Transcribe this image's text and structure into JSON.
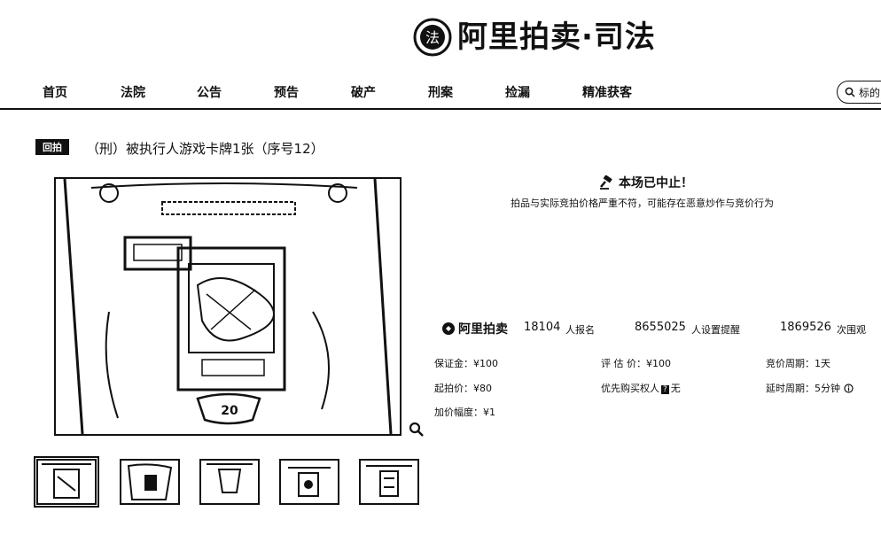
{
  "header": {
    "brand": "阿里拍卖·司法",
    "seal_text": "法"
  },
  "nav": {
    "items": [
      "首页",
      "法院",
      "公告",
      "预告",
      "破产",
      "刑案",
      "捡漏",
      "精准获客"
    ],
    "search_placeholder": "标的"
  },
  "item": {
    "tag": "回拍",
    "title": "（刑）被执行人游戏卡牌1张（序号12）",
    "image_text": "20",
    "thumbnail_count": 5
  },
  "status": {
    "stopped": "本场已中止！",
    "warning": "拍品与实际竞拍价格严重不符，可能存在恶意炒作与竞价行为"
  },
  "stats": {
    "logo": "阿里拍卖",
    "signups": "18104",
    "signups_unit": "人报名",
    "reminders": "8655025",
    "reminders_unit": "人设置提醒",
    "views": "1869526",
    "views_unit": "次围观"
  },
  "info": {
    "deposit": "保证金：¥100",
    "appraisal": "评 估 价：¥100",
    "period": "竞价周期：1天",
    "start_price": "起拍价：¥80",
    "priority_label": "优先购买权人",
    "priority_badge": "?",
    "priority_value": "无",
    "delay": "延时周期：5分钟",
    "increment": "加价幅度：¥1"
  }
}
